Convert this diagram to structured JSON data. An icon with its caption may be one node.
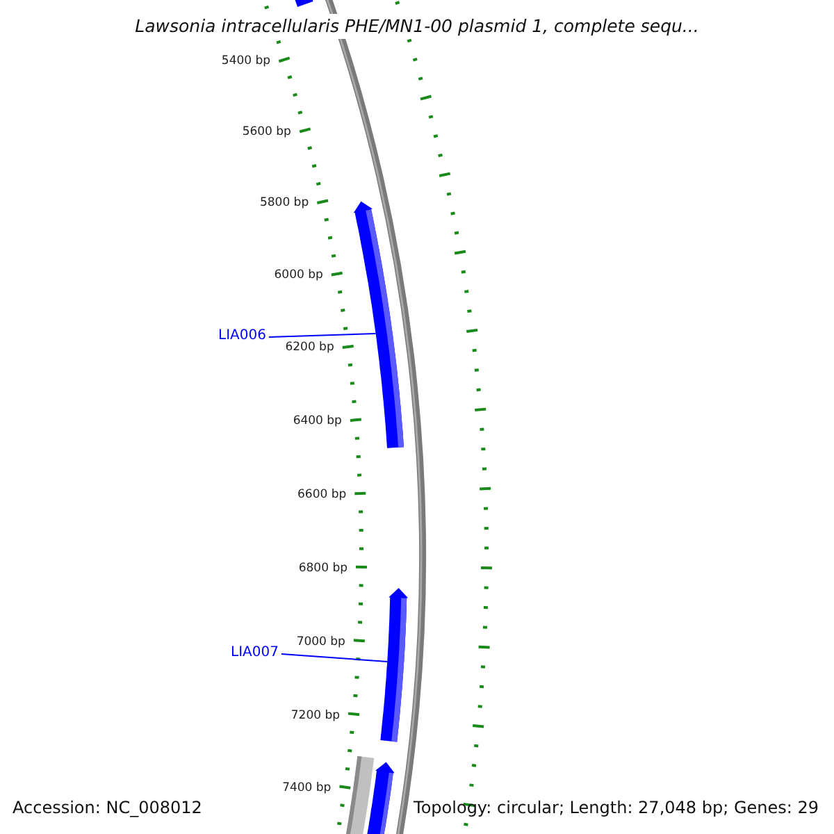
{
  "diagram": {
    "title": "Lawsonia intracellularis PHE/MN1-00 plasmid 1, complete sequ...",
    "nodes": [
      {
        "text": [
          "LIA006"
        ]
      },
      {
        "text": [],
        "shape": "bar"
      },
      {
        "text": [
          "LIA007"
        ]
      },
      {
        "text": [],
        "shape": "bar"
      }
    ],
    "edges": [
      {
        "from": 0,
        "to": 1,
        "arrow": "none"
      },
      {
        "from": 2,
        "to": 3,
        "arrow": "none"
      }
    ],
    "labels": [
      "5400 bp",
      "5600 bp",
      "5800 bp",
      "6000 bp",
      "6200 bp",
      "6400 bp",
      "6600 bp",
      "6800 bp",
      "7000 bp",
      "7200 bp",
      "7400 bp",
      "Accession: NC_008012",
      "Topology: circular; Length: 27,048 bp; Genes: 29"
    ]
  }
}
